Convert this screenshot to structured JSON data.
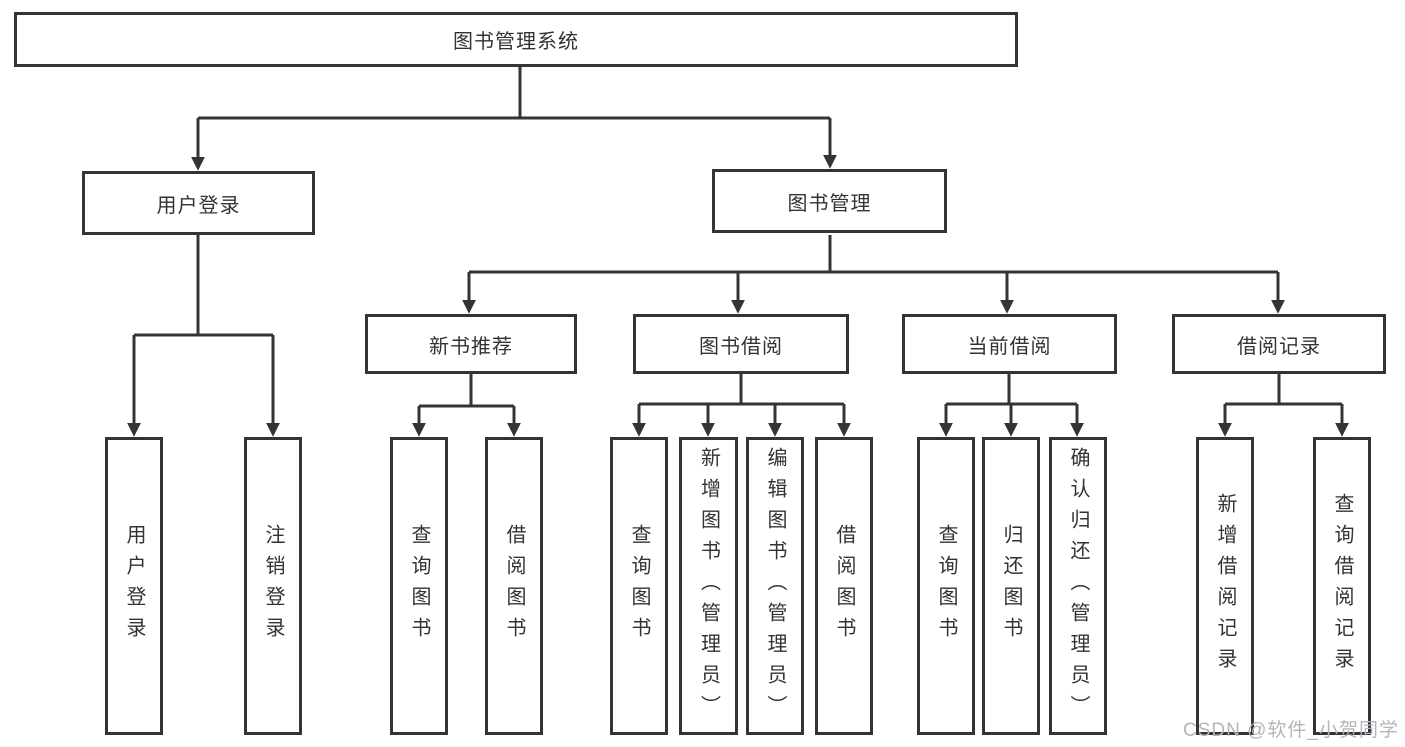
{
  "diagram": {
    "root": {
      "label": "图书管理系统"
    },
    "level2": [
      {
        "label": "用户登录"
      },
      {
        "label": "图书管理"
      }
    ],
    "level3": [
      {
        "label": "新书推荐"
      },
      {
        "label": "图书借阅"
      },
      {
        "label": "当前借阅"
      },
      {
        "label": "借阅记录"
      }
    ],
    "leaves": {
      "user_login": [
        {
          "label": "用户登录"
        },
        {
          "label": "注销登录"
        }
      ],
      "new_book": [
        {
          "label": "查询图书"
        },
        {
          "label": "借阅图书"
        }
      ],
      "book_borrow": [
        {
          "label": "查询图书"
        },
        {
          "label": "新增图书（管理员）"
        },
        {
          "label": "编辑图书（管理员）"
        },
        {
          "label": "借阅图书"
        }
      ],
      "current_borrow": [
        {
          "label": "查询图书"
        },
        {
          "label": "归还图书"
        },
        {
          "label": "确认归还（管理员）"
        }
      ],
      "borrow_records": [
        {
          "label": "新增借阅记录"
        },
        {
          "label": "查询借阅记录"
        }
      ]
    },
    "watermark": "CSDN @软件_小贺同学",
    "colors": {
      "line": "#343436",
      "text": "#333333",
      "watermark": "#b2b5b9",
      "background": "#ffffff"
    }
  }
}
